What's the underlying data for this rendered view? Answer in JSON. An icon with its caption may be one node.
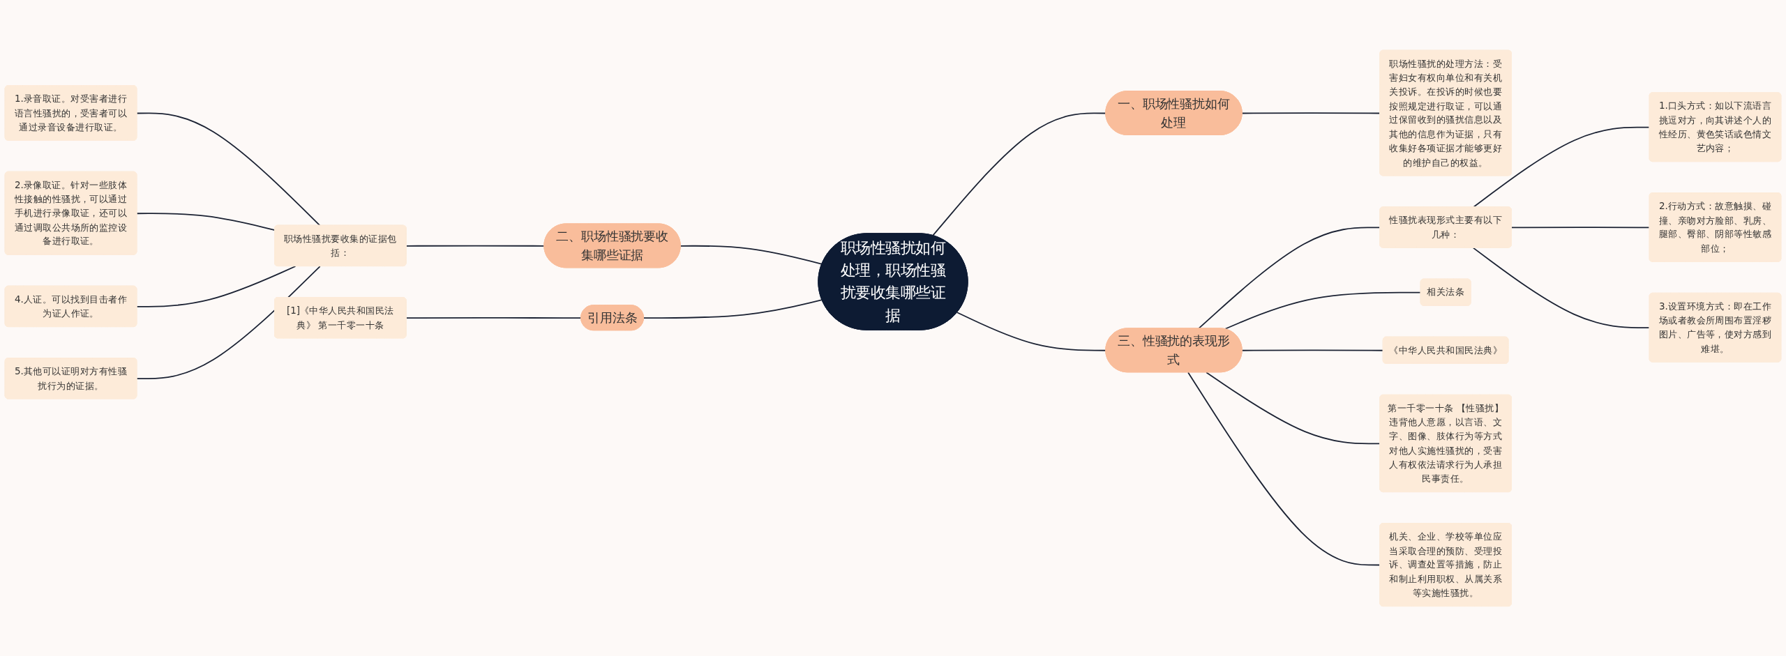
{
  "diagram": {
    "nodes": [
      {
        "text": [
          "职场性骚扰如何处理，职场性骚扰要收集哪些证据"
        ]
      },
      {
        "text": [
          "一、职场性骚扰如何处理"
        ]
      },
      {
        "text": [
          "职场性骚扰的处理方法：受害妇女有权向单位和有关机关投诉。在投诉的时候也要按照规定进行取证，可以通过保留收到的骚扰信息以及其他的信息作为证据，只有收集好各项证据才能够更好的维护自己的权益。"
        ]
      },
      {
        "text": [
          "二、职场性骚扰要收集哪些证据"
        ]
      },
      {
        "text": [
          "职场性骚扰要收集的证据包括："
        ]
      },
      {
        "text": [
          "1.录音取证。对受害者进行语言性骚扰的，受害者可以通过录音设备进行取证。"
        ]
      },
      {
        "text": [
          "2.录像取证。针对一些肢体性接触的性骚扰，可以通过手机进行录像取证，还可以通过调取公共场所的监控设备进行取证。"
        ]
      },
      {
        "text": [
          "4.人证。可以找到目击者作为证人作证。"
        ]
      },
      {
        "text": [
          "5.其他可以证明对方有性骚扰行为的证据。"
        ]
      },
      {
        "text": [
          "三、性骚扰的表现形式"
        ]
      },
      {
        "text": [
          "性骚扰表现形式主要有以下几种："
        ]
      },
      {
        "text": [
          "1.口头方式：如以下流语言挑逗对方，向其讲述个人的性经历、黄色笑话或色情文艺内容；"
        ]
      },
      {
        "text": [
          "2.行动方式：故意触摸、碰撞、亲吻对方脸部、乳房、腿部、臀部、阴部等性敏感部位；"
        ]
      },
      {
        "text": [
          "3.设置环境方式：即在工作场或者教会所周围布置淫秽图片、广告等，使对方感到难堪。"
        ]
      },
      {
        "text": [
          "相关法条"
        ]
      },
      {
        "text": [
          "《中华人民共和国民法典》"
        ]
      },
      {
        "text": [
          "第一千零一十条 【性骚扰】违背他人意愿，以言语、文字、图像、肢体行为等方式对他人实施性骚扰的，受害人有权依法请求行为人承担民事责任。"
        ]
      },
      {
        "text": [
          "机关、企业、学校等单位应当采取合理的预防、受理投诉、调查处置等措施，防止和制止利用职权、从属关系等实施性骚扰。"
        ]
      },
      {
        "text": [
          "引用法条"
        ]
      },
      {
        "text": [
          "[1]《中华人民共和国民法典》 第一千零一十条"
        ]
      }
    ],
    "edges": [
      {
        "from": 0,
        "to": 1,
        "arrow": "none"
      },
      {
        "from": 1,
        "to": 2,
        "arrow": "none"
      },
      {
        "from": 3,
        "to": 0,
        "arrow": "none"
      },
      {
        "from": 4,
        "to": 3,
        "arrow": "none"
      },
      {
        "from": 5,
        "to": 4,
        "arrow": "none"
      },
      {
        "from": 6,
        "to": 4,
        "arrow": "none"
      },
      {
        "from": 7,
        "to": 4,
        "arrow": "none"
      },
      {
        "from": 8,
        "to": 4,
        "arrow": "none"
      },
      {
        "from": 0,
        "to": 9,
        "arrow": "none"
      },
      {
        "from": 9,
        "to": 10,
        "arrow": "none"
      },
      {
        "from": 10,
        "to": 11,
        "arrow": "none"
      },
      {
        "from": 10,
        "to": 12,
        "arrow": "none"
      },
      {
        "from": 10,
        "to": 13,
        "arrow": "none"
      },
      {
        "from": 9,
        "to": 14,
        "arrow": "none"
      },
      {
        "from": 9,
        "to": 15,
        "arrow": "none"
      },
      {
        "from": 9,
        "to": 16,
        "arrow": "none"
      },
      {
        "from": 9,
        "to": 17,
        "arrow": "none"
      },
      {
        "from": 18,
        "to": 0,
        "arrow": "none"
      },
      {
        "from": 19,
        "to": 18,
        "arrow": "none"
      }
    ]
  }
}
